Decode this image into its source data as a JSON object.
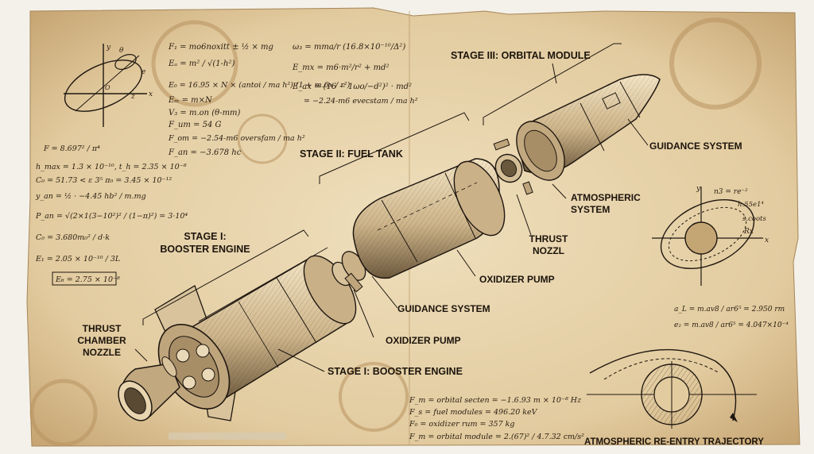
{
  "labels": {
    "stage3": "STAGE III: ORBITAL MODULE",
    "stage2": "STAGE II: FUEL TANK",
    "stage1_top": "STAGE I:",
    "stage1_top2": "BOOSTER ENGINE",
    "thrust_chamber_1": "THRUST",
    "thrust_chamber_2": "CHAMBER",
    "thrust_chamber_3": "NOZZLE",
    "stage1_bottom": "STAGE I: BOOSTER ENGINE",
    "guidance_right": "GUIDANCE SYSTEM",
    "atmospheric_1": "ATMOSPHERIC",
    "atmospheric_2": "SYSTEM",
    "thrust_nozzl_1": "THRUST",
    "thrust_nozzl_2": "NOZZL",
    "oxidizer_pump_right": "OXIDIZER PUMP",
    "guidance_mid": "GUIDANCE SYSTEM",
    "oxidizer_pump_mid": "OXIDIZER PUMP",
    "reentry": "ATMOSPHERIC RE-ENTRY TRAJECTORY"
  },
  "equations": {
    "top_center": [
      "F₁ = mo6noxitt ± ½ × mg",
      "Eₐ = m² / √(1-h²)",
      "E₀ = 16.95 × N × (antoi / ma h²) (1 + m.6x / r²)",
      "Eₘ = m×N",
      "V₃ = m.on (θ-mm)",
      "F_um = 54 G",
      "F_om = −2.54-m6 oversfam / ma h²",
      "F_an = −3.678 hc"
    ],
    "top_right": [
      "ω₃ = mma/r (16.8×10⁻¹⁰/Δ²)",
      "E_mx = m6·m²/r² + md²",
      "E_ax = (16 − 1ωo/−d²)² · md²",
      "= −2.24-m6 evecstam / ma h²"
    ],
    "left": [
      "F = 8.697² / π⁴",
      "h_max = 1.3 × 10⁻¹⁰,  t_h = 2.35 × 10⁻⁸",
      "C₀ = 51.73 < ε 3⁵ π₀ = 3.45 × 10⁻¹²",
      "y_an = ½ · −4.45 hb² / m.mg",
      "P_an = √(2×1(3−10²)² / (1−π)²) = 3·10⁴",
      "C₀ = 3.680m₀² / d·k",
      "E₁ = 2.05 × 10⁻¹⁰ / 3L",
      "E₆ = 2.75 × 10⁻⁸"
    ],
    "bottom_center": [
      "F_m = orbital secten = −1.6.93 m × 10⁻⁸ Hz",
      "F_s = fuel modules = 496.20 keV",
      "F₀ = oxidizer rum = 357 kg",
      "F_m = orbital module = 2.(67)² / 4.7.32 cm/s²"
    ],
    "right_mid": [
      "a_L = m.av8 / ar6⁵ = 2.950 rm",
      "e₂ = m.av8 / ar6⁵ = 4.047×10⁻⁴"
    ],
    "orbit_right": {
      "n3": "n3 = re⁻²",
      "h": "h.55e1⁴",
      "cos": "s.coots",
      "rx": "Rx",
      "y": "y",
      "x": "x"
    },
    "axes_left": {
      "y": "y",
      "theta": "θ",
      "e": "e",
      "z": "z",
      "x": "x",
      "o": "O"
    }
  },
  "colors": {
    "paper": "#e6d3ad",
    "paper_dark": "#c9ad7e",
    "ink": "#1f1710",
    "stain": "#b8925e"
  }
}
